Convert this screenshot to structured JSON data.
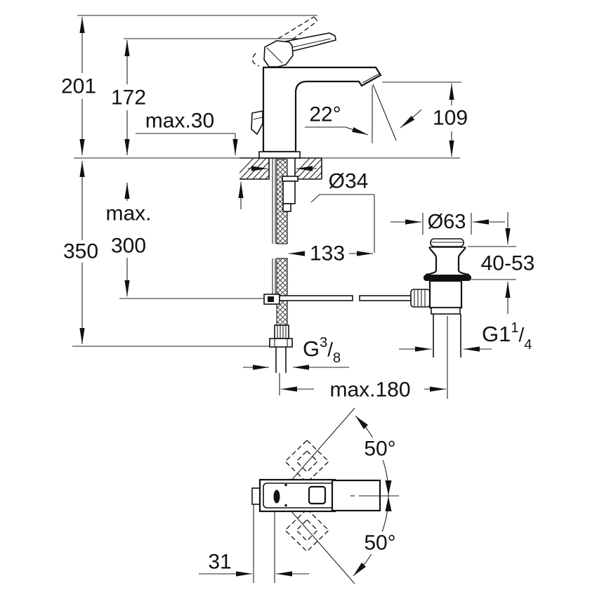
{
  "side_view": {
    "dimensions": {
      "total_height": "201",
      "lever_height": "172",
      "deck_thickness": "max.30",
      "spout_angle": "22°",
      "outlet_height": "109",
      "hole_diameter": "Ø34",
      "rod_max_prefix": "max.",
      "rod_max_value": "300",
      "hose_length": "350",
      "spout_reach": "133",
      "waste_diameter": "Ø63",
      "waste_range": "40-53",
      "distance_max": "max.180",
      "supply_thread": {
        "main": "G",
        "sup": "3",
        "slash": "/",
        "sub": "8"
      },
      "waste_thread": {
        "main": "G1",
        "sup": "1",
        "slash": "/",
        "sub": "4"
      }
    }
  },
  "plan_view": {
    "dimensions": {
      "swivel_upper": "50°",
      "swivel_lower": "50°",
      "spout_offset": "31"
    }
  }
}
